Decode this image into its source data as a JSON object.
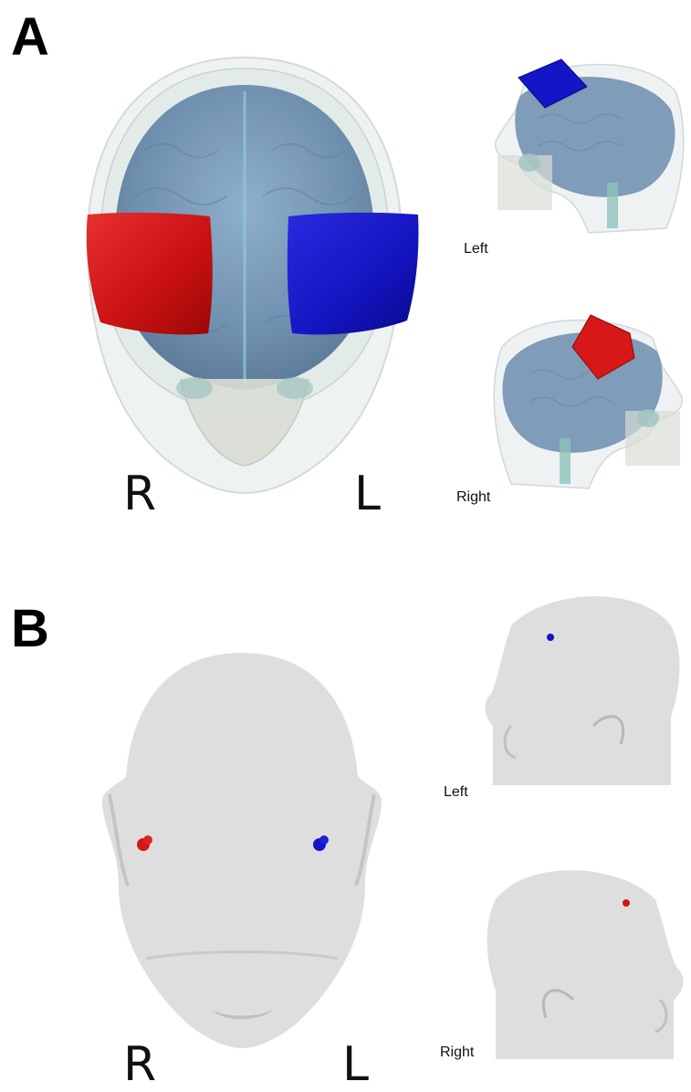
{
  "panel_a": {
    "letter": "A",
    "front_view": {
      "right_label": "R",
      "left_label": "L"
    },
    "side_views": [
      {
        "label": "Left"
      },
      {
        "label": "Right"
      }
    ]
  },
  "panel_b": {
    "letter": "B",
    "front_view": {
      "right_label": "R",
      "left_label": "L"
    },
    "side_views": [
      {
        "label": "Left"
      },
      {
        "label": "Right"
      }
    ]
  },
  "colors": {
    "electrode_right": "#d41515",
    "electrode_left": "#1414c8",
    "brain": "#7f9cb8",
    "skin_transparent": "#e6ecef",
    "head_surface": "#dcdcdc"
  }
}
